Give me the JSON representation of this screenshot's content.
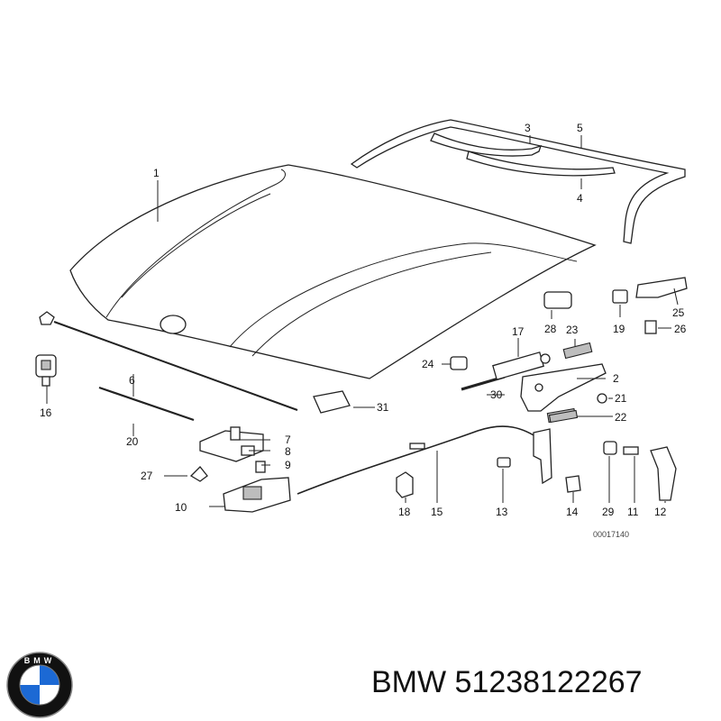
{
  "diagram": {
    "callouts": [
      "1",
      "2",
      "3",
      "4",
      "5",
      "6",
      "7",
      "8",
      "9",
      "10",
      "11",
      "12",
      "13",
      "14",
      "15",
      "16",
      "17",
      "18",
      "19",
      "20",
      "21",
      "22",
      "23",
      "24",
      "25",
      "26",
      "27",
      "28",
      "29",
      "30",
      "31"
    ],
    "drawing_code": "00017140"
  },
  "footer": {
    "brand": "BMW",
    "part_number": "51238122267",
    "logo_text": "BMW"
  },
  "colors": {
    "logo_blue": "#1c69d4",
    "logo_ring": "#111111",
    "ink": "#222222"
  }
}
